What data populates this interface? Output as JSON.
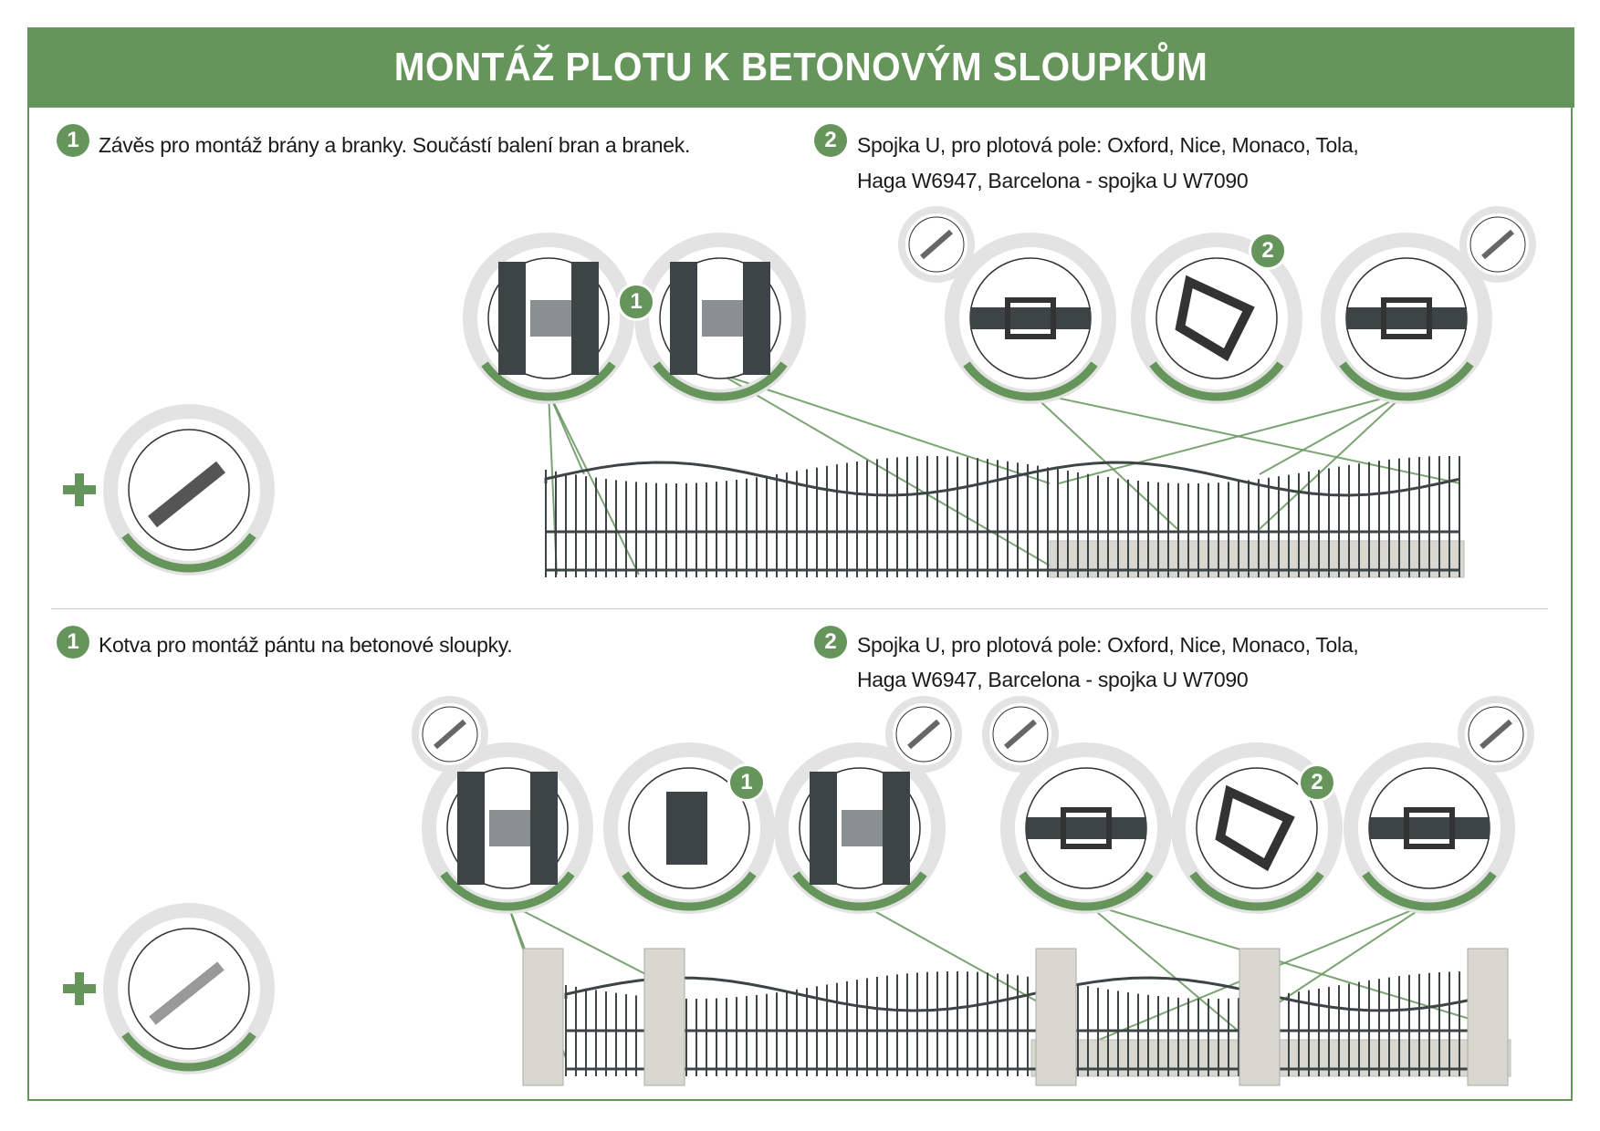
{
  "title": "MONTÁŽ PLOTU K BETONOVÝM SLOUPKŮM",
  "section1": {
    "item1": {
      "number": "1",
      "text": "Závěs pro montáž brány a branky. Součástí balení bran a branek."
    },
    "item2": {
      "number": "2",
      "line1": "Spojka U, pro plotová pole: Oxford, Nice, Monaco, Tola,",
      "line2": "Haga W6947, Barcelona - spojka U W7090"
    },
    "detail_badges": [
      "1",
      "2"
    ]
  },
  "section2": {
    "item1": {
      "number": "1",
      "text": "Kotva pro montáž pántu na betonové sloupky."
    },
    "item2": {
      "number": "2",
      "line1": "Spojka U, pro plotová pole: Oxford, Nice, Monaco, Tola,",
      "line2": "Haga W6947, Barcelona  - spojka U W7090"
    },
    "detail_badges": [
      "1",
      "2"
    ]
  },
  "colors": {
    "accent": "#65955b",
    "ring": "#e3e3e3",
    "metal": "#3d4446",
    "wall": "#d8d8d0"
  }
}
